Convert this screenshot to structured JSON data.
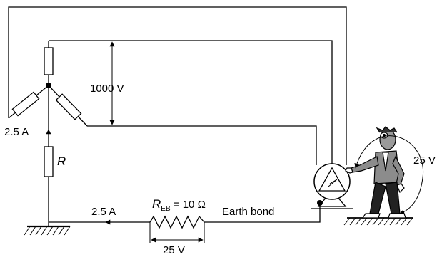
{
  "labels": {
    "voltage_phase": "1000 V",
    "current_left": "2.5 A",
    "resistor_r": "R",
    "current_bottom": "2.5 A",
    "reb_symbol": "R",
    "reb_subscript": "EB",
    "reb_value": " = 10 Ω",
    "earth_bond": "Earth bond",
    "voltage_bond": "25 V",
    "voltage_touch": "25 V"
  }
}
